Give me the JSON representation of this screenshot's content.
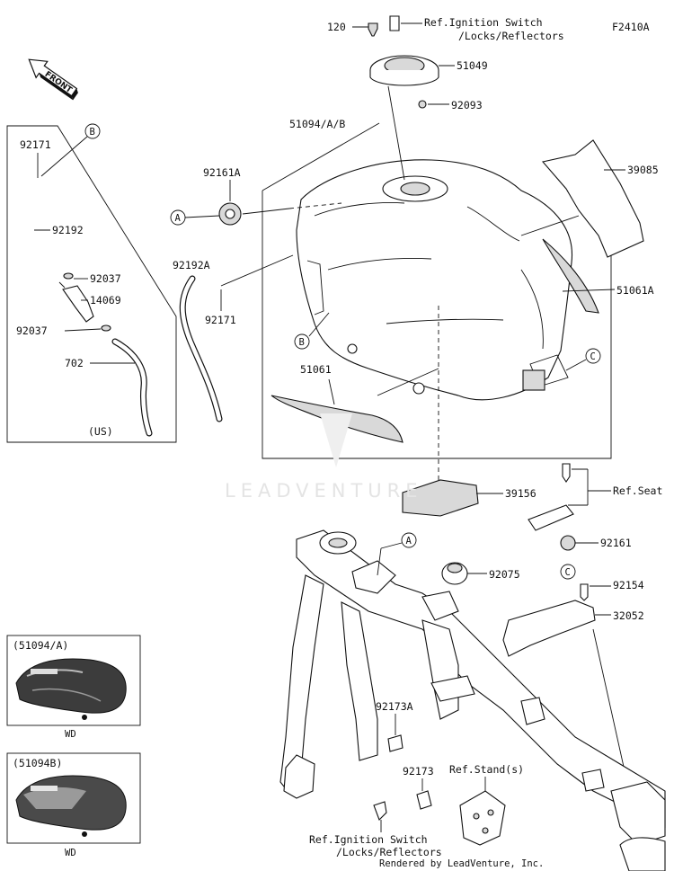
{
  "diagram": {
    "code": "F2410A",
    "footer": "Rendered by LeadVenture, Inc.",
    "watermark": "LEADVENTURE",
    "front_label": "FRONT",
    "parts": {
      "p120": "120",
      "p51049": "51049",
      "p92093": "92093",
      "p51094": "51094/A/B",
      "p92161A": "92161A",
      "p39085": "39085",
      "p51061A": "51061A",
      "p92192A": "92192A",
      "p92171_mid": "92171",
      "p51061": "51061",
      "p39156": "39156",
      "p92161": "92161",
      "p92075": "92075",
      "p92154": "92154",
      "p32052": "32052",
      "p92173A": "92173A",
      "p92173": "92173",
      "p92171_us": "92171",
      "p92192": "92192",
      "p92037_a": "92037",
      "p14069": "14069",
      "p92037_b": "92037",
      "p702": "702",
      "us_note": "(US)"
    },
    "refs": {
      "ignition_top_1": "Ref.Ignition Switch",
      "ignition_top_2": "/Locks/Reflectors",
      "seat": "Ref.Seat",
      "stand": "Ref.Stand(s)",
      "ignition_bot_1": "Ref.Ignition Switch",
      "ignition_bot_2": "/Locks/Reflectors"
    },
    "callouts": {
      "A": "A",
      "B": "B",
      "C": "C"
    },
    "variants": [
      {
        "code": "(51094/A)",
        "color": "WD"
      },
      {
        "code": "(51094B)",
        "color": "WD"
      }
    ]
  }
}
